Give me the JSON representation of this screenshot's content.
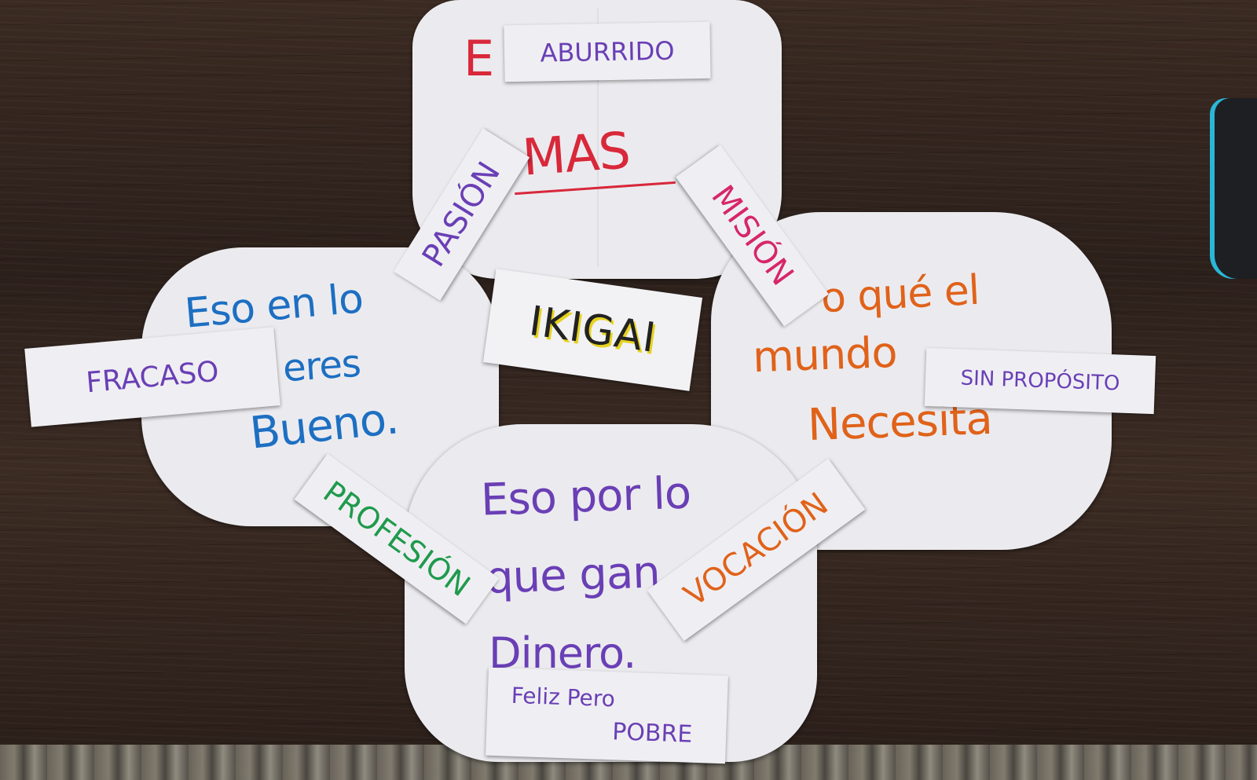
{
  "center": {
    "label": "IKIGAI"
  },
  "circles": {
    "top": {
      "line1": "E",
      "line2": "MAS"
    },
    "left": {
      "line1": "Eso en lo",
      "line2": "eres",
      "line3": "Bueno."
    },
    "right": {
      "line1": "o qué el",
      "line2": "mundo",
      "line3": "Necesita"
    },
    "bottom": {
      "line1": "Eso por lo",
      "line2": "que gan",
      "line3": "Dinero."
    }
  },
  "overlaps": {
    "pasion": "PASIÓN",
    "mision": "MISIÓN",
    "profesion": "PROFESIÓN",
    "vocacion": "VOCACIÓN"
  },
  "outcomes": {
    "aburrido": "ABURRIDO",
    "fracaso": "FRACASO",
    "sin_proposito": "SIN PROPÓSITO",
    "feliz_line1": "Feliz Pero",
    "feliz_line2": "POBRE"
  },
  "colors": {
    "desk": "#2f221c",
    "paper": "#ebebef",
    "red": "#d8283a",
    "purple": "#6a3fb5",
    "blue": "#1d6fc2",
    "orange": "#e0621a",
    "green": "#1f9a4c",
    "yellow": "#e6d21f",
    "pink": "#d6266a"
  }
}
